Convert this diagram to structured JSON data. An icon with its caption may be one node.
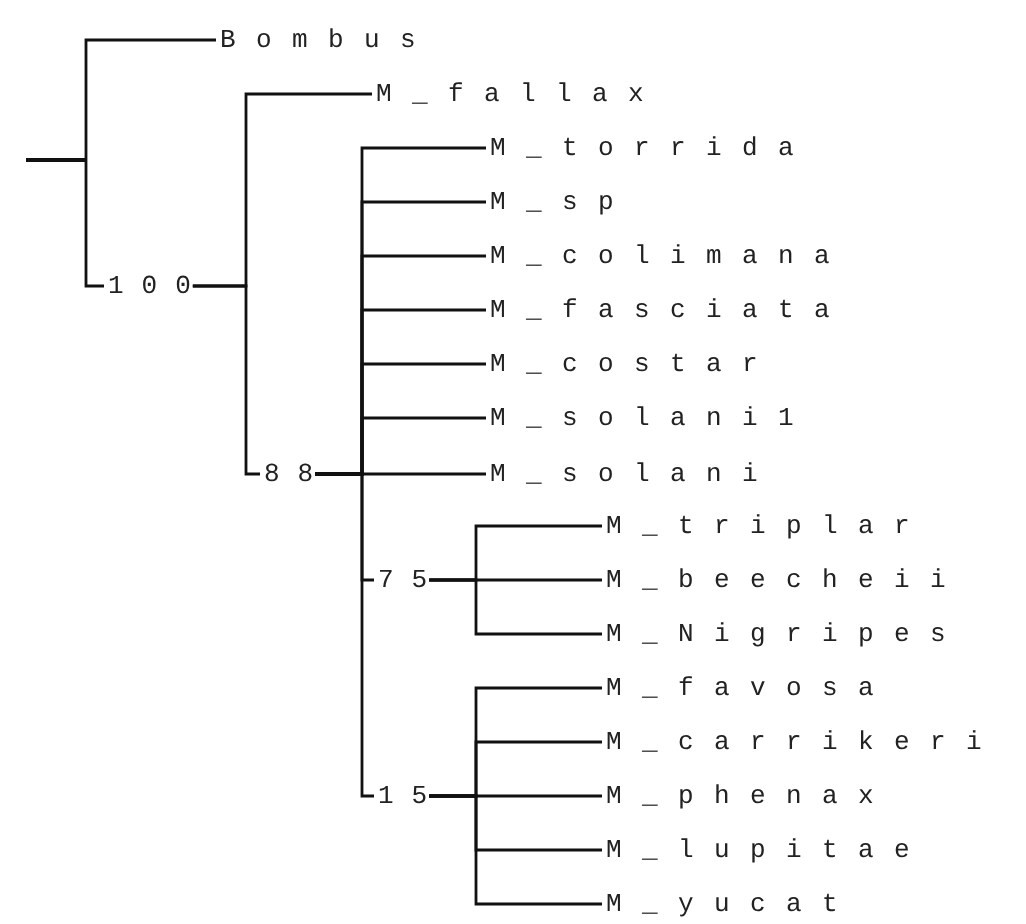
{
  "diagram": {
    "nodes": [
      {
        "text": [],
        "shape": "bar"
      },
      {
        "text": [
          "Bombus"
        ]
      },
      {
        "text": [
          "100"
        ]
      },
      {
        "text": [
          "M_fallax"
        ]
      },
      {
        "text": [
          "88"
        ]
      },
      {
        "text": [
          "M_torrida"
        ]
      },
      {
        "text": [
          "M_sp"
        ]
      },
      {
        "text": [
          "M_colimana"
        ]
      },
      {
        "text": [
          "M_fasciata"
        ]
      },
      {
        "text": [
          "M_costar"
        ]
      },
      {
        "text": [
          "M_solani1"
        ]
      },
      {
        "text": [
          "M_solani"
        ]
      },
      {
        "text": [
          "75"
        ]
      },
      {
        "text": [
          "M_triplar"
        ]
      },
      {
        "text": [
          "M_beecheii"
        ]
      },
      {
        "text": [
          "M_Nigripes"
        ]
      },
      {
        "text": [
          "15"
        ]
      },
      {
        "text": [
          "M_favosa"
        ]
      },
      {
        "text": [
          "M_carrikeri"
        ]
      },
      {
        "text": [
          "M_phenax"
        ]
      },
      {
        "text": [
          "M_lupitae"
        ]
      },
      {
        "text": [
          "M_yucat"
        ]
      }
    ],
    "edges": [
      {
        "from": 0,
        "to": 1,
        "arrow": "none"
      },
      {
        "from": 0,
        "to": 2,
        "arrow": "none"
      },
      {
        "from": 2,
        "to": 3,
        "arrow": "none"
      },
      {
        "from": 2,
        "to": 4,
        "arrow": "none"
      },
      {
        "from": 4,
        "to": 5,
        "arrow": "none"
      },
      {
        "from": 4,
        "to": 6,
        "arrow": "none"
      },
      {
        "from": 4,
        "to": 7,
        "arrow": "none"
      },
      {
        "from": 4,
        "to": 8,
        "arrow": "none"
      },
      {
        "from": 4,
        "to": 9,
        "arrow": "none"
      },
      {
        "from": 4,
        "to": 10,
        "arrow": "none"
      },
      {
        "from": 4,
        "to": 11,
        "arrow": "none"
      },
      {
        "from": 4,
        "to": 12,
        "arrow": "none"
      },
      {
        "from": 4,
        "to": 16,
        "arrow": "none"
      },
      {
        "from": 12,
        "to": 13,
        "arrow": "none"
      },
      {
        "from": 12,
        "to": 14,
        "arrow": "none"
      },
      {
        "from": 12,
        "to": 15,
        "arrow": "none"
      },
      {
        "from": 16,
        "to": 17,
        "arrow": "none"
      },
      {
        "from": 16,
        "to": 18,
        "arrow": "none"
      },
      {
        "from": 16,
        "to": 19,
        "arrow": "none"
      },
      {
        "from": 16,
        "to": 20,
        "arrow": "none"
      },
      {
        "from": 16,
        "to": 21,
        "arrow": "none"
      }
    ]
  }
}
